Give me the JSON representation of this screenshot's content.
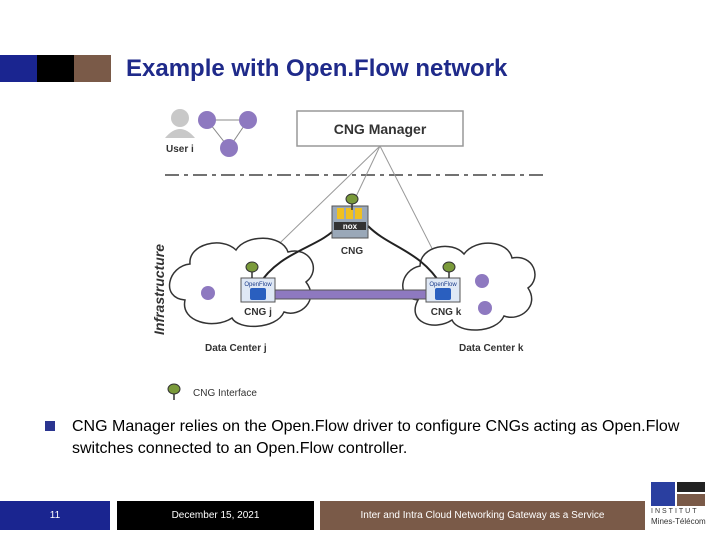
{
  "slide": {
    "title": "Example with Open.Flow network",
    "colors": {
      "blue": "#1a2590",
      "black": "#000000",
      "brown": "#7a5a48",
      "purple": "#8e79c0"
    }
  },
  "diagram": {
    "manager": "CNG Manager",
    "user": "User i",
    "infrastructure": "Infrastructure",
    "cng": "CNG",
    "nox": "nox",
    "openflow": "OpenFlow",
    "cng_j": "CNG j",
    "cng_k": "CNG k",
    "dc_j": "Data Center j",
    "dc_k": "Data Center k",
    "legend": "CNG Interface"
  },
  "bullet": {
    "text": "CNG Manager relies on the Open.Flow driver to configure CNGs acting as Open.Flow switches connected to an Open.Flow controller."
  },
  "footer": {
    "page": "11",
    "date": "December 15, 2021",
    "subtitle": "Inter and Intra Cloud Networking Gateway as a Service"
  },
  "logo": {
    "line1": "INSTITUT",
    "line2": "Mines-Télécom"
  }
}
